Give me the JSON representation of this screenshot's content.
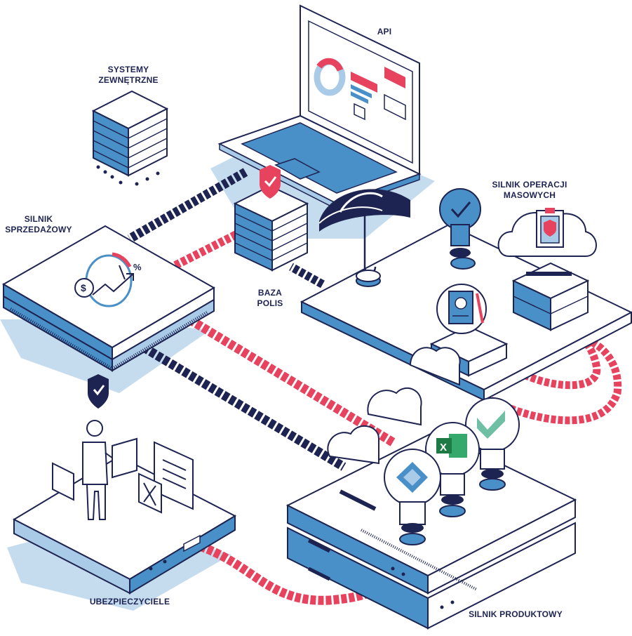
{
  "diagram": {
    "labels": {
      "api": [
        "API"
      ],
      "external_systems": [
        "SYSTEMY",
        "ZEWNĘTRZNE"
      ],
      "sales_engine": [
        "SILNIK",
        "SPRZEDAŻOWY"
      ],
      "policy_db": [
        "BAZA",
        "POLIS"
      ],
      "bulk_ops_engine": [
        "SILNIK OPERACJI",
        "MASOWYCH"
      ],
      "insurers": [
        "UBEZPIECZYCIELE"
      ],
      "product_engine": [
        "SILNIK PRODUKTOWY"
      ]
    },
    "excel_glyph": "X",
    "percent_glyph": "%",
    "dollar_glyph": "$",
    "colors": {
      "navy": "#1e2452",
      "blue": "#4a90c8",
      "light_blue": "#a9cbe8",
      "pale_blue": "#c5dcef",
      "red": "#e8435e",
      "excel_green": "#1d7a45",
      "teal": "#6fbfa5",
      "white": "#ffffff"
    }
  }
}
